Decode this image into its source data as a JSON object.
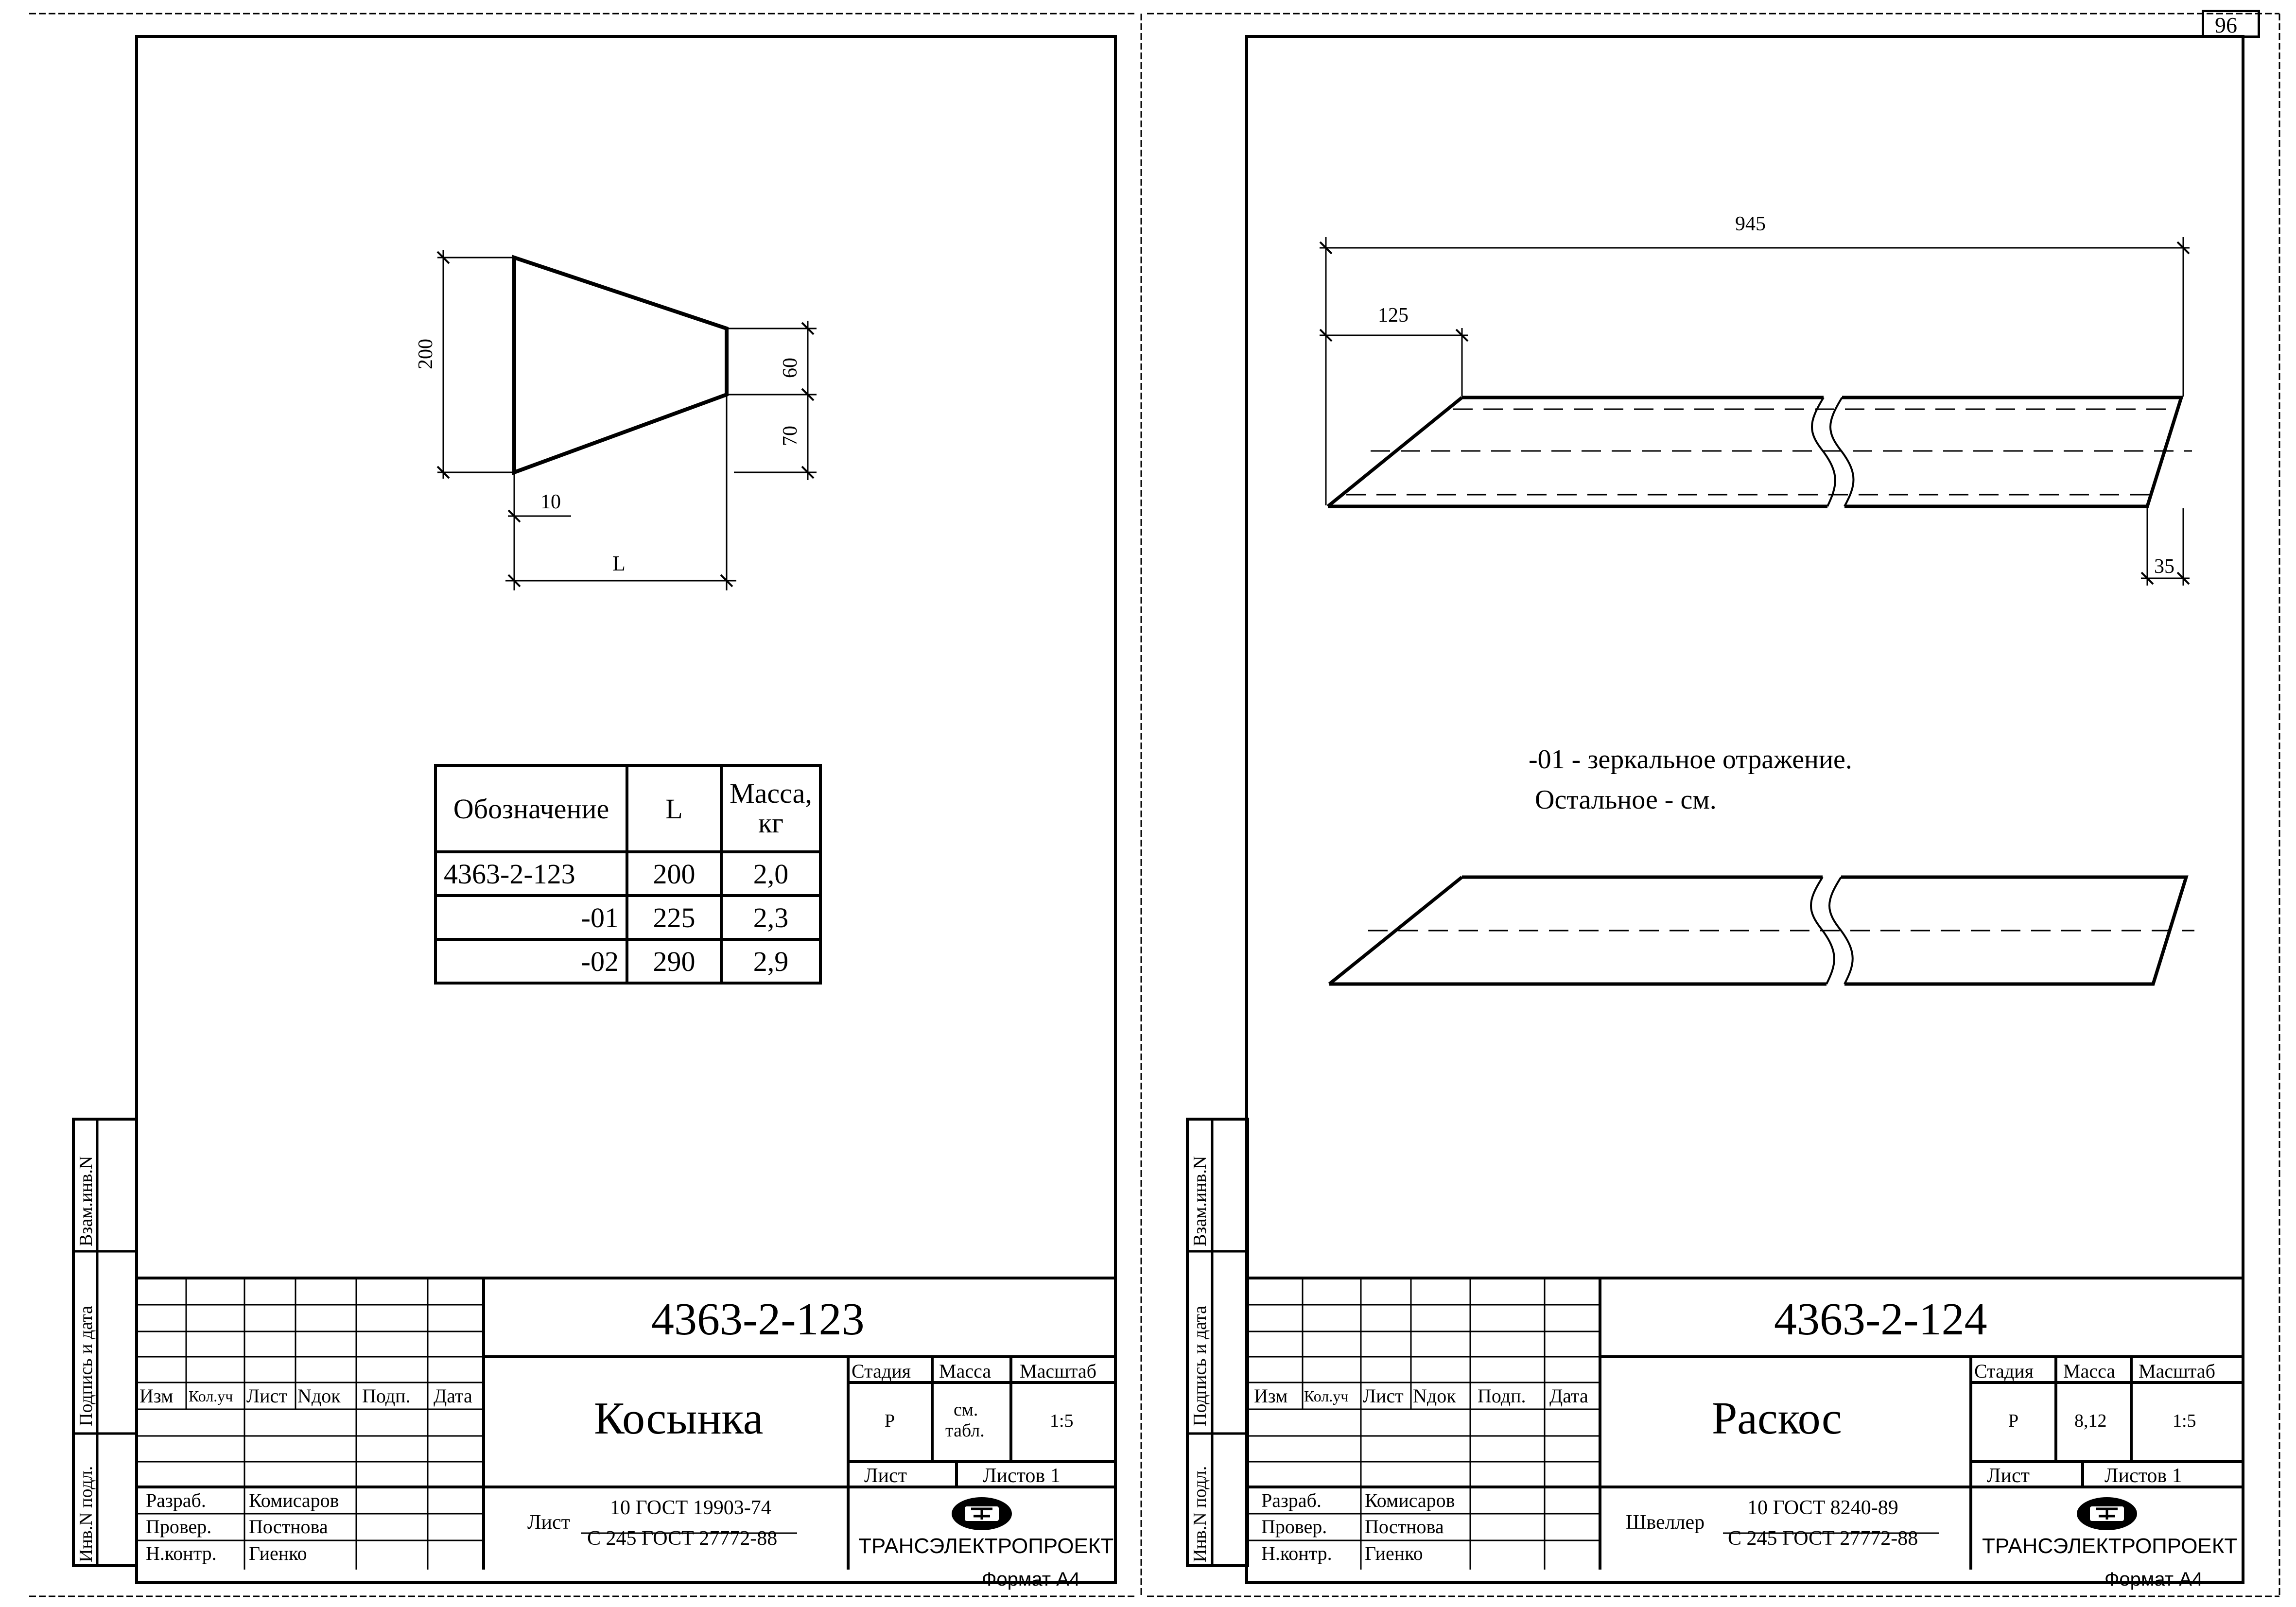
{
  "page_number": "96",
  "left_sheet": {
    "drawing": {
      "dim_200": "200",
      "dim_60": "60",
      "dim_70": "70",
      "dim_10": "10",
      "dim_L": "L"
    },
    "table": {
      "headers": {
        "designation": "Обозначение",
        "L": "L",
        "mass": "Масса,",
        "mass_unit": "кг"
      },
      "rows": [
        {
          "designation": "4363-2-123",
          "L": "200",
          "mass": "2,0"
        },
        {
          "designation": "-01",
          "L": "225",
          "mass": "2,3"
        },
        {
          "designation": "-02",
          "L": "290",
          "mass": "2,9"
        }
      ]
    },
    "title_block": {
      "code": "4363-2-123",
      "name": "Косынка",
      "cols": {
        "izm": "Изм",
        "kol": "Кол.уч",
        "list": "Лист",
        "ndok": "Nдок",
        "podp": "Подп.",
        "data": "Дата"
      },
      "stage_h": "Стадия",
      "mass_h": "Масса",
      "scale_h": "Масштаб",
      "stage": "Р",
      "mass": "см.",
      "mass2": "табл.",
      "scale": "1:5",
      "sheet": "Лист",
      "sheets": "Листов 1",
      "material_label": "Лист",
      "material_top": "10 ГОСТ 19903-74",
      "material_bottom": "С 245 ГОСТ 27772-88",
      "roles": [
        {
          "role": "Разраб.",
          "name": "Комисаров"
        },
        {
          "role": "Провер.",
          "name": "Постнова"
        },
        {
          "role": "Н.контр.",
          "name": "Гиенко"
        }
      ],
      "company": "ТРАНСЭЛЕКТРОПРОЕКТ",
      "format": "Формат А4"
    },
    "side": {
      "vzam": "Взам.инв.N",
      "podpis": "Подпись  и  дата",
      "inv": "Инв.N подл."
    }
  },
  "right_sheet": {
    "drawing": {
      "dim_945": "945",
      "dim_125": "125",
      "dim_35": "35"
    },
    "note_line1": "-01 - зеркальное отражение.",
    "note_line2": "Остальное - см.",
    "title_block": {
      "code": "4363-2-124",
      "name": "Раскос",
      "cols": {
        "izm": "Изм",
        "kol": "Кол.уч",
        "list": "Лист",
        "ndok": "Nдок",
        "podp": "Подп.",
        "data": "Дата"
      },
      "stage_h": "Стадия",
      "mass_h": "Масса",
      "scale_h": "Масштаб",
      "stage": "Р",
      "mass": "8,12",
      "scale": "1:5",
      "sheet": "Лист",
      "sheets": "Листов 1",
      "material_label": "Швеллер",
      "material_top": "10 ГОСТ 8240-89",
      "material_bottom": "С 245 ГОСТ 27772-88",
      "roles": [
        {
          "role": "Разраб.",
          "name": "Комисаров"
        },
        {
          "role": "Провер.",
          "name": "Постнова"
        },
        {
          "role": "Н.контр.",
          "name": "Гиенко"
        }
      ],
      "company": "ТРАНСЭЛЕКТРОПРОЕКТ",
      "format": "Формат А4"
    },
    "side": {
      "vzam": "Взам.инв.N",
      "podpis": "Подпись  и  дата",
      "inv": "Инв.N подл."
    }
  }
}
